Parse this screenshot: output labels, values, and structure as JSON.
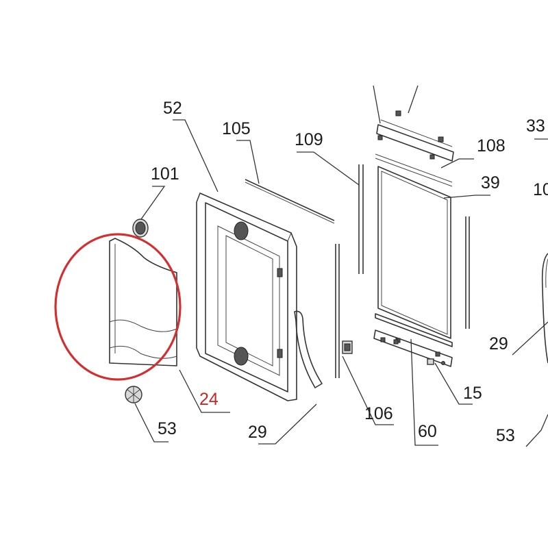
{
  "callouts": {
    "c52": "52",
    "c105": "105",
    "c109": "109",
    "c108": "108",
    "c33": "33",
    "c39": "39",
    "c101": "101",
    "c24": "24",
    "c53a": "53",
    "c29a": "29",
    "c106": "106",
    "c60": "60",
    "c15": "15",
    "c29b": "29",
    "c53b": "53",
    "c10": "10"
  },
  "colors": {
    "highlight": "#d32f2f",
    "highlight_label": "#c62828",
    "line": "#333333"
  },
  "highlighted_part": "24"
}
